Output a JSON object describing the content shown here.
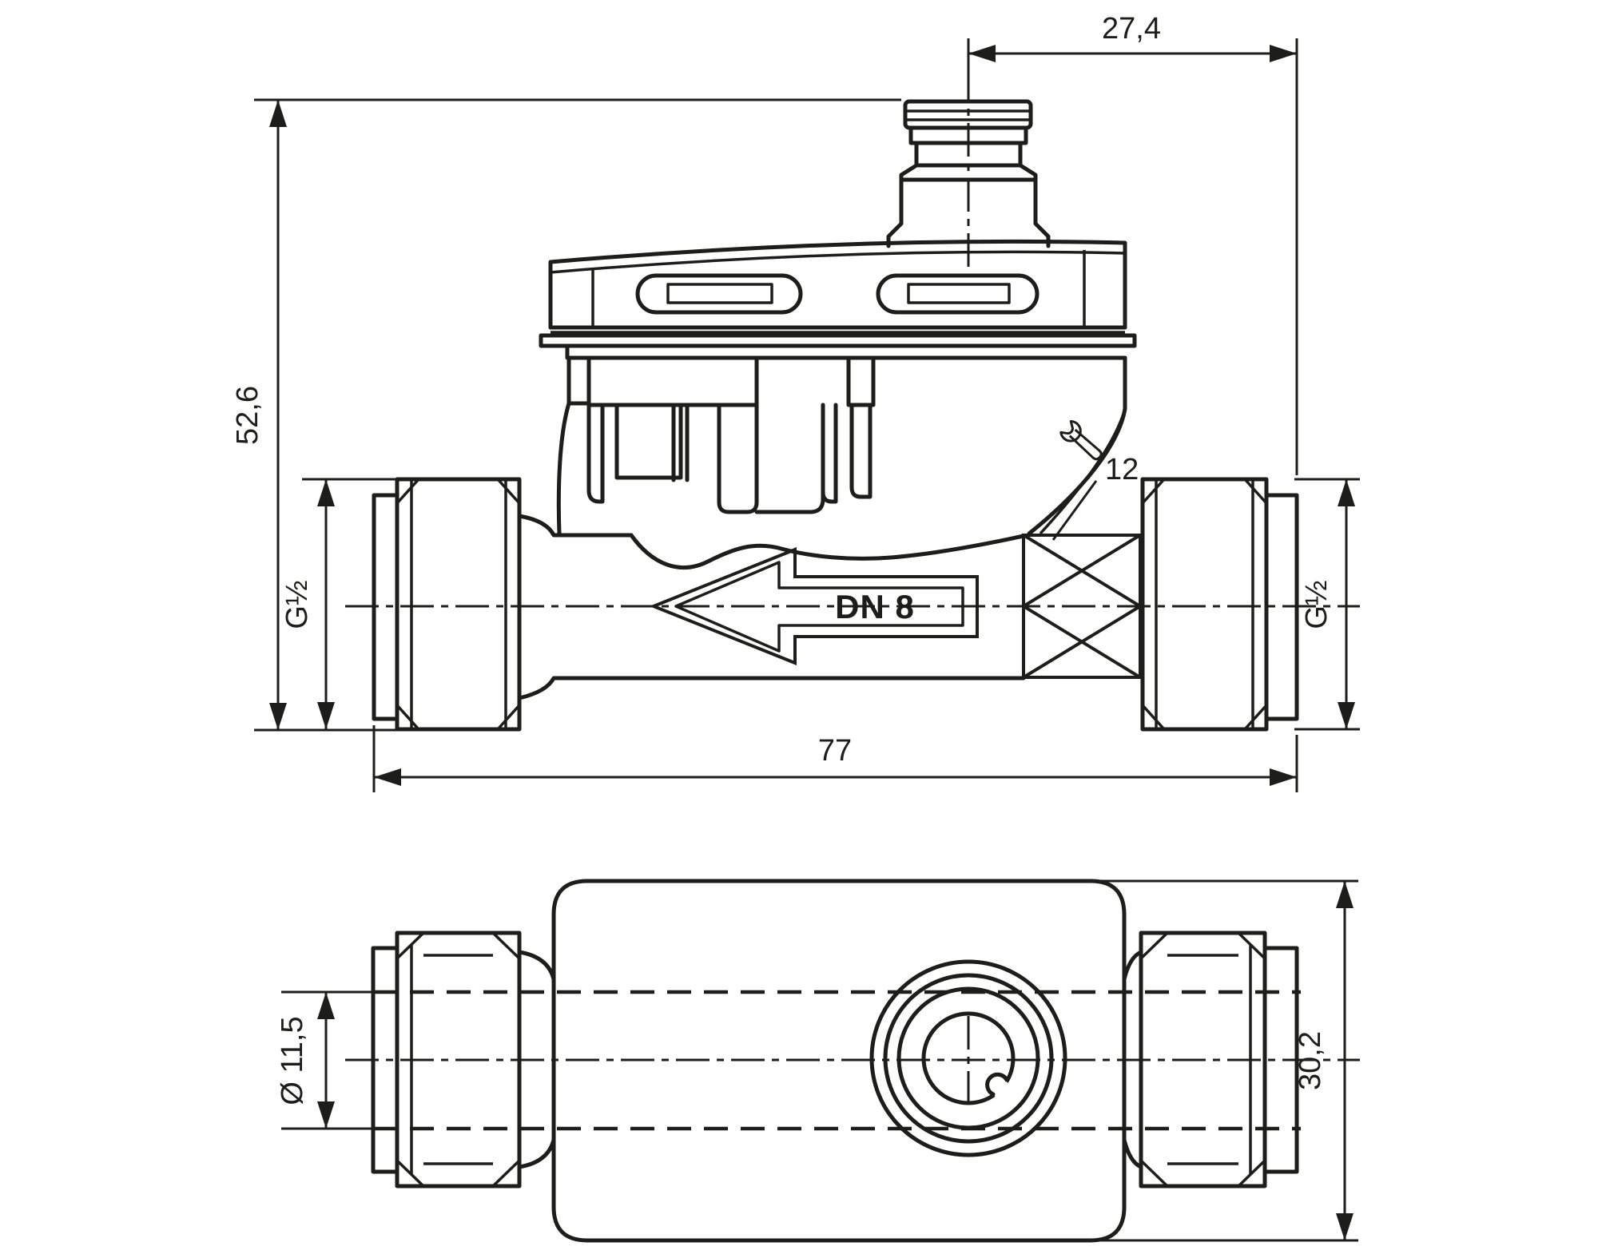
{
  "page": {
    "background": "#ffffff",
    "line_color": "#1d1d1b"
  },
  "side_view": {
    "dim_connector_offset": "27,4",
    "dim_overall_height": "52,6",
    "dim_thread_left": "G½",
    "dim_thread_right": "G½",
    "label_nominal_width": "DN 8",
    "label_wrench_size": "12",
    "dim_overall_length": "77",
    "wrench_icon": "open-end-wrench"
  },
  "bottom_view": {
    "dim_bore_diameter": "Ø 11,5",
    "dim_body_height": "30,2"
  }
}
